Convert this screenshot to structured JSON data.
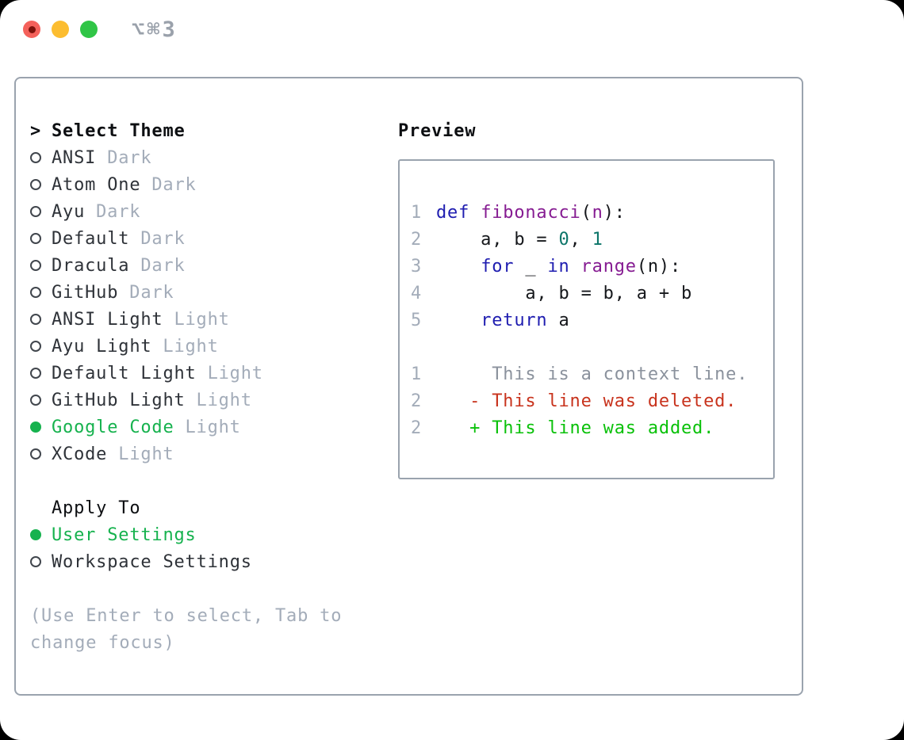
{
  "window": {
    "title": "⌥⌘3"
  },
  "theme_list": {
    "cursor": ">",
    "header": "Select Theme",
    "items": [
      {
        "name": "ANSI",
        "tag": "Dark",
        "selected": false
      },
      {
        "name": "Atom One",
        "tag": "Dark",
        "selected": false
      },
      {
        "name": "Ayu",
        "tag": "Dark",
        "selected": false
      },
      {
        "name": "Default",
        "tag": "Dark",
        "selected": false
      },
      {
        "name": "Dracula",
        "tag": "Dark",
        "selected": false
      },
      {
        "name": "GitHub",
        "tag": "Dark",
        "selected": false
      },
      {
        "name": "ANSI Light",
        "tag": "Light",
        "selected": false
      },
      {
        "name": "Ayu Light",
        "tag": "Light",
        "selected": false
      },
      {
        "name": "Default Light",
        "tag": "Light",
        "selected": false
      },
      {
        "name": "GitHub Light",
        "tag": "Light",
        "selected": false
      },
      {
        "name": "Google Code",
        "tag": "Light",
        "selected": true
      },
      {
        "name": "XCode",
        "tag": "Light",
        "selected": false
      }
    ]
  },
  "apply_to": {
    "header": "Apply To",
    "items": [
      {
        "name": "User Settings",
        "selected": true
      },
      {
        "name": "Workspace Settings",
        "selected": false
      }
    ]
  },
  "hint": [
    "(Use Enter to select, Tab to",
    "change focus)"
  ],
  "preview": {
    "title": "Preview",
    "lines": [
      {
        "num": "1",
        "segments": [
          {
            "text": "def",
            "color": "keyword"
          },
          {
            "text": " ",
            "color": "plain"
          },
          {
            "text": "fibonacci",
            "color": "function"
          },
          {
            "text": "(",
            "color": "plain"
          },
          {
            "text": "n",
            "color": "function"
          },
          {
            "text": "):",
            "color": "plain"
          }
        ]
      },
      {
        "num": "2",
        "segments": [
          {
            "text": "    a, b = ",
            "color": "plain"
          },
          {
            "text": "0",
            "color": "literal"
          },
          {
            "text": ", ",
            "color": "plain"
          },
          {
            "text": "1",
            "color": "literal"
          }
        ]
      },
      {
        "num": "3",
        "segments": [
          {
            "text": "    ",
            "color": "plain"
          },
          {
            "text": "for",
            "color": "keyword"
          },
          {
            "text": " _ ",
            "color": "plain"
          },
          {
            "text": "in",
            "color": "keyword"
          },
          {
            "text": " ",
            "color": "plain"
          },
          {
            "text": "range",
            "color": "function"
          },
          {
            "text": "(n):",
            "color": "plain"
          }
        ]
      },
      {
        "num": "4",
        "segments": [
          {
            "text": "        a, b = b, a + b",
            "color": "plain"
          }
        ]
      },
      {
        "num": "5",
        "segments": [
          {
            "text": "    ",
            "color": "plain"
          },
          {
            "text": "return",
            "color": "keyword"
          },
          {
            "text": " a",
            "color": "plain"
          }
        ]
      },
      {
        "num": "",
        "segments": []
      },
      {
        "num": "1",
        "segments": [
          {
            "text": "     This is a context line.",
            "color": "context"
          }
        ]
      },
      {
        "num": "2",
        "segments": [
          {
            "text": "   - This line was deleted.",
            "color": "deleted"
          }
        ]
      },
      {
        "num": "2",
        "segments": [
          {
            "text": "   + This line was added.",
            "color": "added"
          }
        ]
      }
    ]
  },
  "colors": {
    "keyword": "#1f1db0",
    "function": "#861c92",
    "literal": "#0c7569",
    "plain": "#15171b",
    "context": "#8b929d",
    "deleted": "#c8331d",
    "added": "#09c109",
    "selected": "#16b24e",
    "muted": "#a3acb9",
    "nametext": "#2e3238",
    "heading": "#0d0f12",
    "border": "#9aa3ae",
    "titlegray": "#9aa1ab",
    "trafficred": "#f4615b",
    "trafficreddot": "#7c120b",
    "trafficyellow": "#fcbd30",
    "trafficgreen": "#30c546"
  }
}
